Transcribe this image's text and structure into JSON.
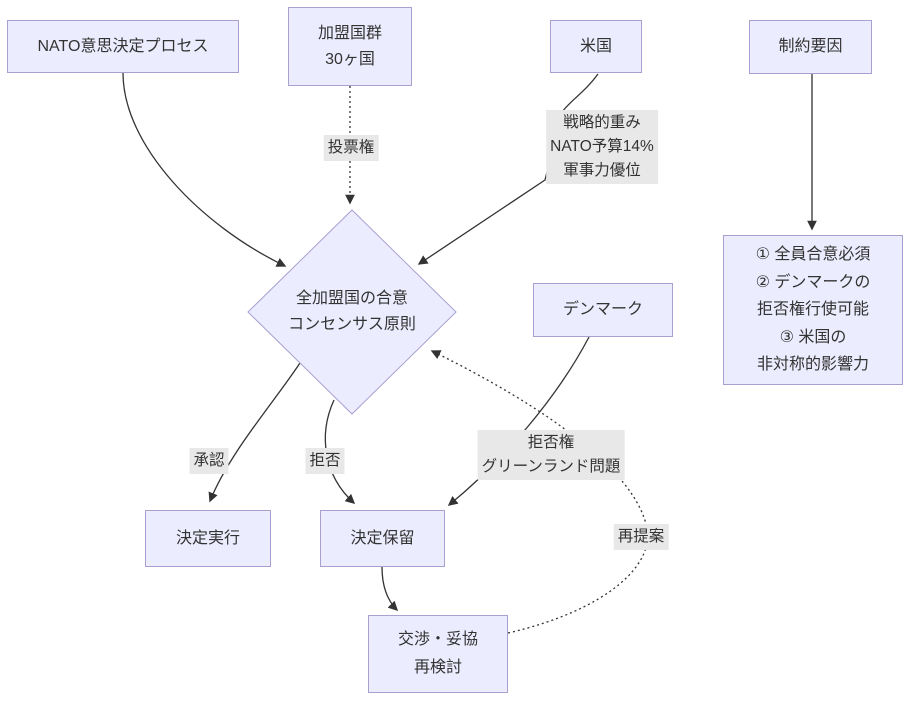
{
  "diagram": {
    "title_hint": "NATO decision-making consensus flowchart",
    "nodes": {
      "process": "NATO意思決定プロセス",
      "members": "加盟国群\n30ヶ国",
      "usa": "米国",
      "constraint": "制約要因",
      "consensus": "全加盟国の合意\nコンセンサス原則",
      "denmark": "デンマーク",
      "constraint_list": "① 全員合意必須\n② デンマークの\n拒否権行使可能\n③ 米国の\n非対称的影響力",
      "execute": "決定実行",
      "hold": "決定保留",
      "negotiate": "交渉・妥協\n再検討"
    },
    "edge_labels": {
      "voting": "投票権",
      "strategic": "戦略的重み\nNATO予算14%\n軍事力優位",
      "approve": "承認",
      "reject": "拒否",
      "veto": "拒否権\nグリーンランド問題",
      "repropose": "再提案"
    },
    "colors": {
      "node_fill": "#ECECFF",
      "node_border": "#aaa0d0",
      "edge": "#333333",
      "edge_label_bg": "#e8e8e8",
      "text": "#333333",
      "background": "#ffffff"
    }
  }
}
